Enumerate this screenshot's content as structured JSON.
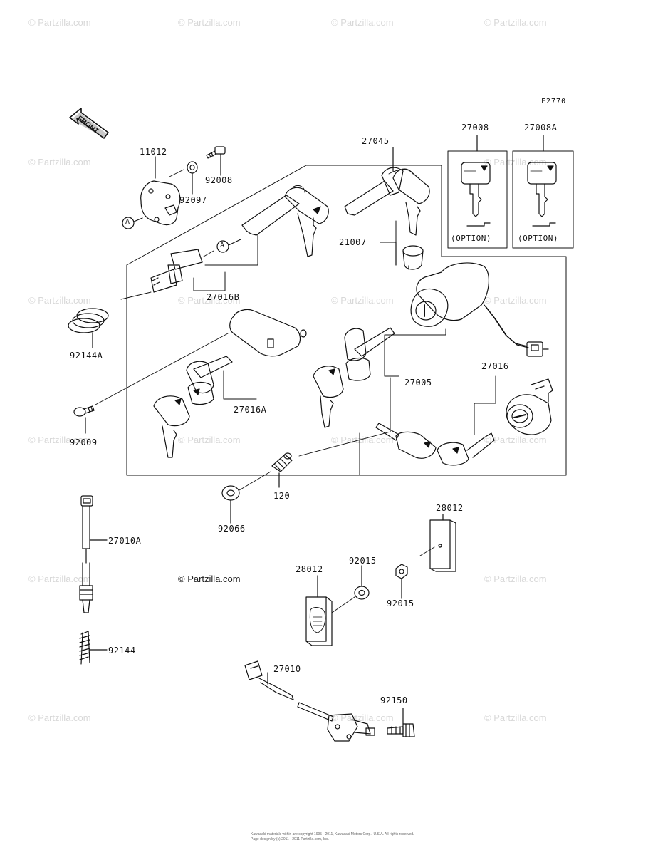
{
  "figure_code": "F2770",
  "front_label": "FRONT",
  "option_label": "(OPTION)",
  "watermark": "© Partzilla.com",
  "footer_lines": [
    "Kawasaki materials within are copyright 1995 - 2011, Kawasaki Motors Corp., U.S.A. All rights reserved.",
    "Page design by (c) 2011 - 2011 Partzilla.com, Inc."
  ],
  "parts": {
    "p11012": "11012",
    "p92008": "92008",
    "p92097": "92097",
    "p27045": "27045",
    "p27008": "27008",
    "p27008a": "27008A",
    "p21007": "21007",
    "p27016b": "27016B",
    "p92144a": "92144A",
    "p27016a": "27016A",
    "p27005": "27005",
    "p27016": "27016",
    "p92009": "92009",
    "p120": "120",
    "p92066": "92066",
    "p28012a": "28012",
    "p28012b": "28012",
    "p92015a": "92015",
    "p92015b": "92015",
    "p27010a": "27010A",
    "p92144": "92144",
    "p27010": "27010",
    "p92150": "92150"
  },
  "callout_marks": [
    "A",
    "A"
  ]
}
